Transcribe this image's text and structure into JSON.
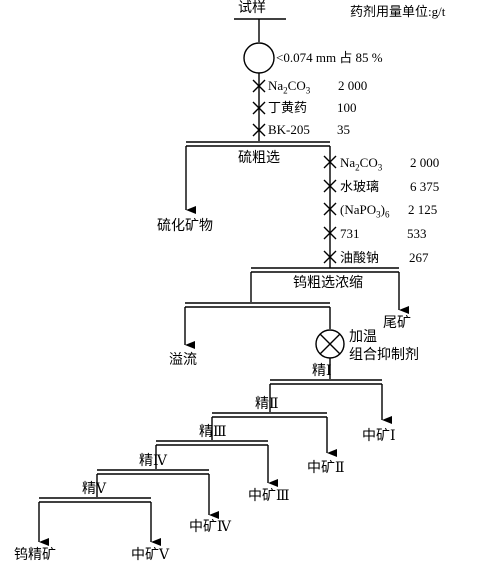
{
  "header": {
    "sample": "试样",
    "unit_note": "药剂用量单位:g/t"
  },
  "grinding": {
    "size_label": "<0.074 mm 占 85 %"
  },
  "sulfide_reagents": [
    {
      "name": "Na2CO3",
      "dose": "2 000"
    },
    {
      "name": "丁黄药",
      "dose": "100"
    },
    {
      "name": "BK-205",
      "dose": "35"
    }
  ],
  "sulfide_rougher": {
    "label": "硫粗选",
    "product": "硫化矿物"
  },
  "tungsten_reagents": [
    {
      "name": "Na2CO3",
      "dose": "2 000"
    },
    {
      "name": "水玻璃",
      "dose": "6 375"
    },
    {
      "name": "(NaPO3)6",
      "dose": "2 125"
    },
    {
      "name": "731",
      "dose": "533"
    },
    {
      "name": "油酸钠",
      "dose": "267"
    }
  ],
  "tungsten_rougher": {
    "label": "钨粗选浓缩",
    "tailings": "尾矿",
    "overflow": "溢流"
  },
  "heating": {
    "line1": "加温",
    "line2": "组合抑制剂"
  },
  "cleaners": [
    {
      "label": "精Ⅰ",
      "middling": "中矿Ⅰ"
    },
    {
      "label": "精Ⅱ",
      "middling": "中矿Ⅱ"
    },
    {
      "label": "精Ⅲ",
      "middling": "中矿Ⅲ"
    },
    {
      "label": "精Ⅳ",
      "middling": "中矿Ⅳ"
    },
    {
      "label": "精Ⅴ",
      "middling": "中矿Ⅴ"
    }
  ],
  "final_concentrate": "钨精矿"
}
